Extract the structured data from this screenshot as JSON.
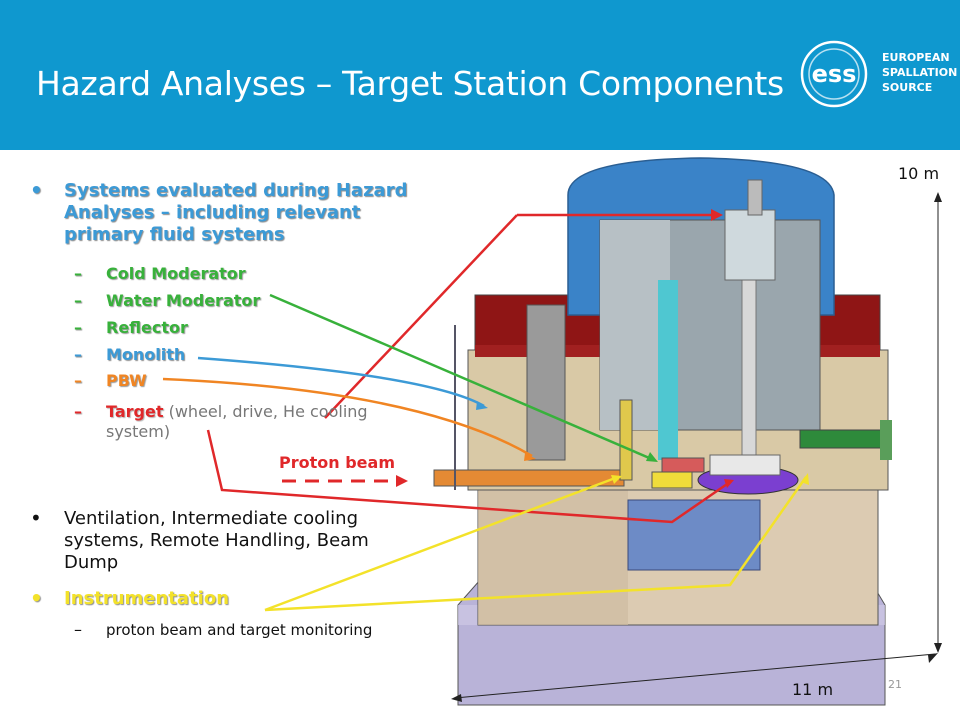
{
  "slide": {
    "title": "Hazard Analyses – Target Station Components",
    "page_number": "21"
  },
  "logo": {
    "mark": "ess",
    "line1": "EUROPEAN",
    "line2": "SPALLATION",
    "line3": "SOURCE"
  },
  "bullets": {
    "b1_line1": "Systems evaluated during Hazard",
    "b1_line2": "Analyses – including relevant",
    "b1_line3": "primary fluid systems",
    "sub": {
      "cold": "Cold Moderator",
      "water": "Water Moderator",
      "reflector": "Reflector",
      "monolith": "Monolith",
      "pbw": "PBW",
      "target": "Target",
      "target_paren1": "(wheel, drive, He cooling",
      "target_paren2": "system)"
    },
    "b2_line1": "Ventilation, Intermediate cooling",
    "b2_line2": "systems, Remote Handling, Beam",
    "b2_line3": "Dump",
    "b3": "Instrumentation",
    "b3_sub": "proton beam and target monitoring"
  },
  "labels": {
    "proton_beam": "Proton beam",
    "height": "10 m",
    "width": "11 m"
  },
  "colors": {
    "header": "#0f98cf",
    "arrow_red": "#e0282a",
    "arrow_green": "#38b13b",
    "arrow_blue": "#3c9ad6",
    "arrow_orange": "#f08523",
    "arrow_yellow": "#f3e22a"
  }
}
